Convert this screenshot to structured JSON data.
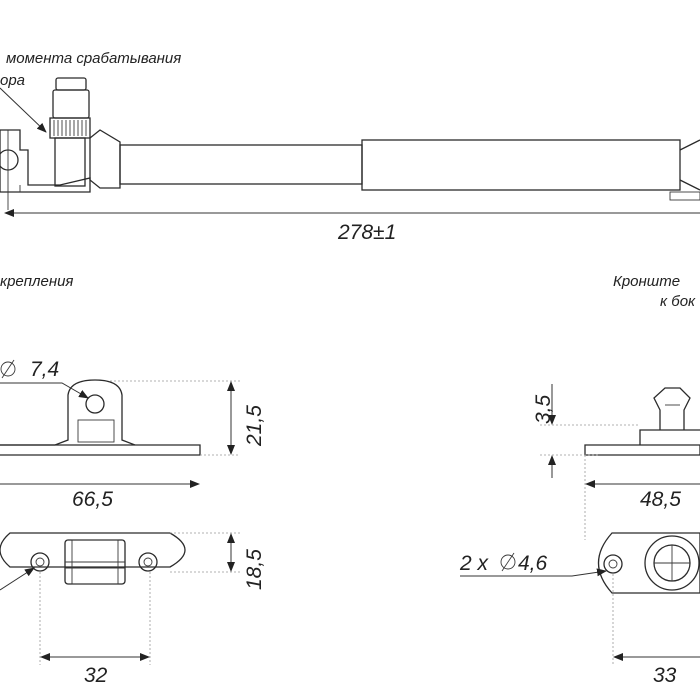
{
  "labels": {
    "adjust_note_line1": "момента срабатывания",
    "adjust_note_line2": "ора",
    "total_length": "278±1",
    "mount_left": "крепления",
    "mount_right_line1": "Кронште",
    "mount_right_line2": "к бок",
    "left_hole": "7,4",
    "left_height": "21,5",
    "left_width": "66,5",
    "left_plate_height": "18,5",
    "left_spacing": "32",
    "right_pin_height": "3,5",
    "right_width": "48,5",
    "right_holes": "2 x",
    "right_hole_diam": "4,6",
    "right_spacing": "33"
  },
  "colors": {
    "line": "#2b2b2b",
    "extension": "#999999",
    "text": "#222222"
  }
}
